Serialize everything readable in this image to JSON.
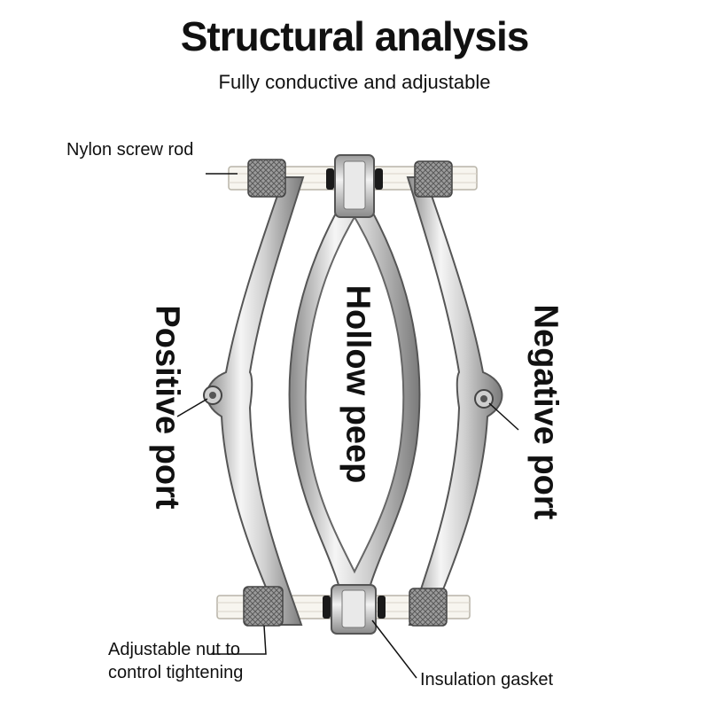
{
  "header": {
    "title": "Structural analysis",
    "subtitle": "Fully conductive and adjustable"
  },
  "callouts": {
    "nylon_screw_rod": "Nylon screw rod",
    "positive_port": "Positive port",
    "hollow_peep": "Hollow peep",
    "negative_port": "Negative port",
    "adjustable_nut": "Adjustable nut to control tightening",
    "adjustable_nut_line1": "Adjustable nut to",
    "adjustable_nut_line2": "control tightening",
    "insulation_gasket": "Insulation gasket"
  },
  "colors": {
    "metal_light": "#f4f4f4",
    "metal_mid": "#c9c9c9",
    "metal_dark": "#6e6e6e",
    "nylon": "#f7f5ef",
    "gasket": "#1a1a1a"
  }
}
